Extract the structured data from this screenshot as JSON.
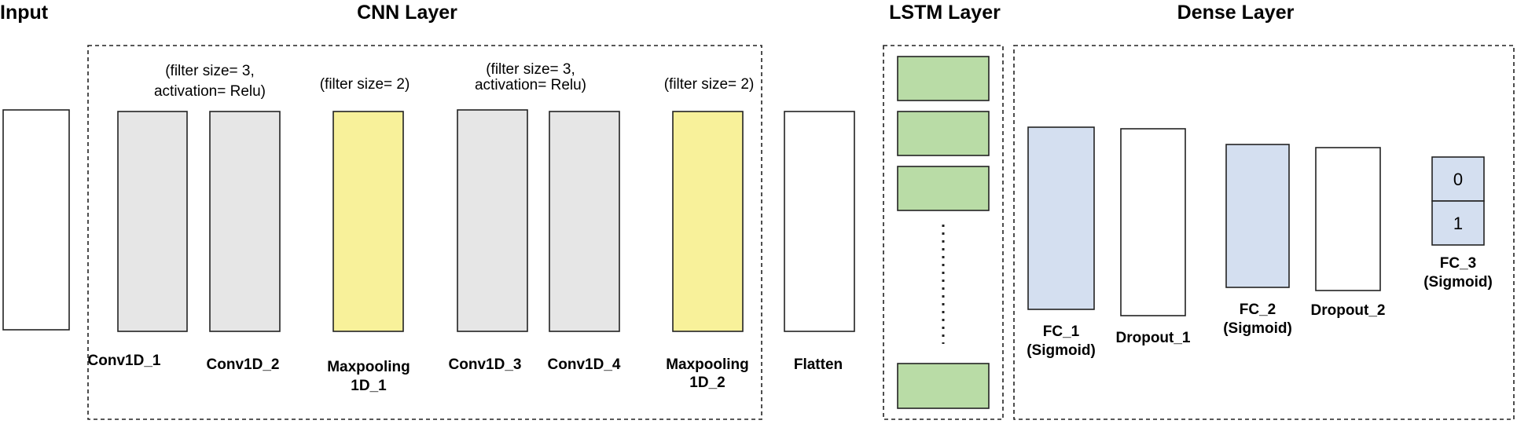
{
  "sections": {
    "input": "Input",
    "cnn": "CNN Layer",
    "lstm": "LSTM Layer",
    "dense": "Dense Layer"
  },
  "params": {
    "conv_a_line1": "(filter size= 3,",
    "conv_a_line2": "activation= Relu)",
    "pool_a": "(filter size= 2)",
    "conv_b_line1": "(filter size= 3,",
    "conv_b_line2": "activation= Relu)",
    "pool_b": "(filter size= 2)"
  },
  "layers": {
    "conv1d_1": "Conv1D_1",
    "conv1d_2": "Conv1D_2",
    "maxpool_1_line1": "Maxpooling",
    "maxpool_1_line2": "1D_1",
    "conv1d_3": "Conv1D_3",
    "conv1d_4": "Conv1D_4",
    "maxpool_2_line1": "Maxpooling",
    "maxpool_2_line2": "1D_2",
    "flatten": "Flatten",
    "fc_1_line1": "FC_1",
    "fc_1_line2": "(Sigmoid)",
    "dropout_1": "Dropout_1",
    "fc_2_line1": "FC_2",
    "fc_2_line2": "(Sigmoid)",
    "dropout_2": "Dropout_2",
    "fc_3_line1": "FC_3",
    "fc_3_line2": "(Sigmoid)"
  },
  "outputs": {
    "class_0": "0",
    "class_1": "1"
  },
  "colors": {
    "input": "#ffffff",
    "conv": "#e6e6e6",
    "pool": "#f8f19a",
    "flatten": "#ffffff",
    "lstm": "#b9dca6",
    "fc": "#d4dff0",
    "dropout": "#ffffff",
    "stroke": "#222222"
  }
}
